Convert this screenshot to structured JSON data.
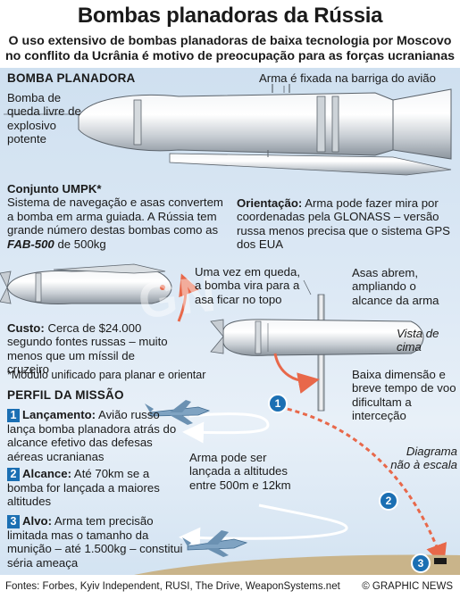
{
  "header": {
    "title": "Bombas planadoras da Rússia",
    "subtitle": "O uso extensivo de bombas planadoras de baixa tecnologia por Moscovo no conflito da Ucrânia é motivo de preocupação para as forças ucranianas"
  },
  "bomb_section": {
    "heading": "BOMBA PLANADORA",
    "left_note": "Bomba de queda livre de explosivo potente",
    "arm_note": "Arma é fixada na barriga do avião"
  },
  "umpk": {
    "heading": "Conjunto UMPK*",
    "text_a": "Sistema de navegação e asas convertem a bomba em arma guiada. A Rússia tem grande número destas bombas como as ",
    "text_model": "FAB-500",
    "text_b": " de 500kg"
  },
  "orientation": {
    "label": "Orientação:",
    "text": "Arma pode fazer mira por coordenadas pela GLONASS – versão russa menos precisa que o sistema GPS dos EUA"
  },
  "fall_note": "Uma vez em queda, a bomba vira para a asa ficar no topo",
  "wings_note": "Asas abrem, ampliando o alcance da arma",
  "top_view_note": "Vista de cima",
  "cost": {
    "label": "Custo:",
    "text": "Cerca de $24.000 segundo fontes russas – muito menos que um míssil de cruzeiro"
  },
  "footnote": "*Módulo unificado para planar e orientar",
  "small_note": "Baixa dimensão e breve tempo de voo dificultam a interceção",
  "mission": {
    "heading": "PERFIL DA MISSÃO",
    "steps": [
      {
        "n": "1",
        "label": "Lançamento:",
        "text": "Avião russo lança bomba planadora atrás do alcance efetivo das defesas aéreas ucranianas"
      },
      {
        "n": "2",
        "label": "Alcance:",
        "text": "Até 70km se a bomba for lançada a maiores altitudes"
      },
      {
        "n": "3",
        "label": "Alvo:",
        "text": "Arma tem precisão limitada mas o tamanho da munição – até 1.500kg – constitui séria ameaça"
      }
    ],
    "altitude_note": "Arma pode ser lançada a altitudes entre 500m e 12km",
    "diagram_note": "Diagrama não à escala"
  },
  "footer": {
    "sources": "Fontes: Forbes, Kyiv Independent, RUSI, The Drive, WeaponSystems.net",
    "credit": "© GRAPHIC NEWS"
  },
  "colors": {
    "accent_blue": "#1b6fb3",
    "arrow_orange": "#e8684a",
    "band_blue": "#d6e5f3"
  },
  "icons": [
    "bomb-illustration",
    "guided-bomb-illustration",
    "top-view-bomb-illustration",
    "jet-icon",
    "target-icon"
  ]
}
